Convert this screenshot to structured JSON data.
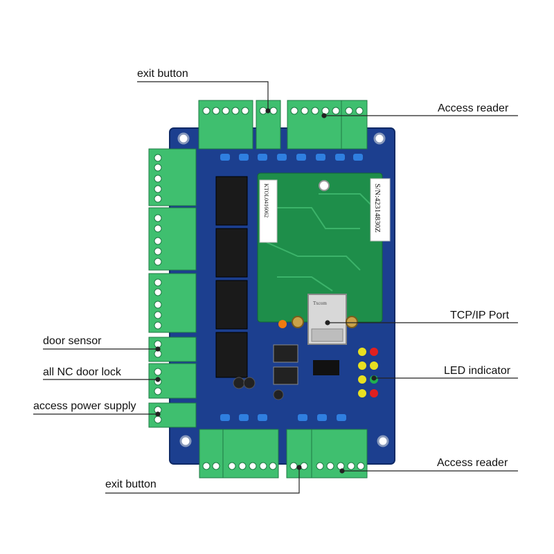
{
  "callouts": {
    "exit_button_top": "exit button",
    "access_reader_top": "Access reader",
    "tcpip_port": "TCP/IP Port",
    "led_indicator": "LED indicator",
    "door_sensor": "door sensor",
    "nc_door_lock": "all NC door lock",
    "access_power_supply": "access power supply",
    "exit_button_bottom": "exit button",
    "access_reader_bottom": "Access reader"
  },
  "board_text": {
    "serial_number": "S/N:42314830Z",
    "barcode_sticker": "KTOL0416062",
    "ethernet_jack_brand": "Txcom"
  },
  "colors": {
    "pcb_blue": "#1c3f8f",
    "pcb_green": "#1e8e4a",
    "terminal_green": "#3fbf6f",
    "relay_black": "#1a1a1a",
    "led_red": "#e02020",
    "led_yellow": "#e8e020",
    "led_green": "#20b050",
    "leader_line": "#222222"
  }
}
